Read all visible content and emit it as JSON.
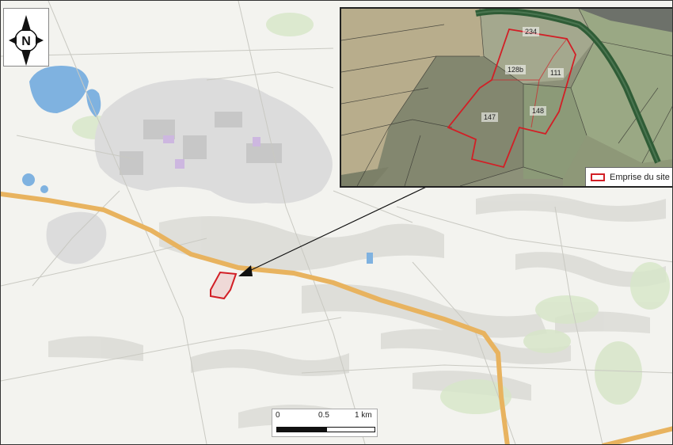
{
  "north_arrow": {
    "letter": "N",
    "icon": "north-arrow-icon"
  },
  "inset": {
    "parcels": [
      {
        "id": "234",
        "label": "234"
      },
      {
        "id": "128b",
        "label": "128b"
      },
      {
        "id": "111",
        "label": "111"
      },
      {
        "id": "147",
        "label": "147"
      },
      {
        "id": "148",
        "label": "148"
      }
    ]
  },
  "legend": {
    "label": "Emprise du site",
    "color": "#d21f26"
  },
  "scale_bar": {
    "labels": [
      "0",
      "0.5",
      "1 km"
    ]
  },
  "colors": {
    "road": "#e8b35f",
    "water": "#7fb2e0",
    "urban": "#dcdcdc",
    "site_outline": "#d21f26",
    "rail": "#2f5c36"
  }
}
